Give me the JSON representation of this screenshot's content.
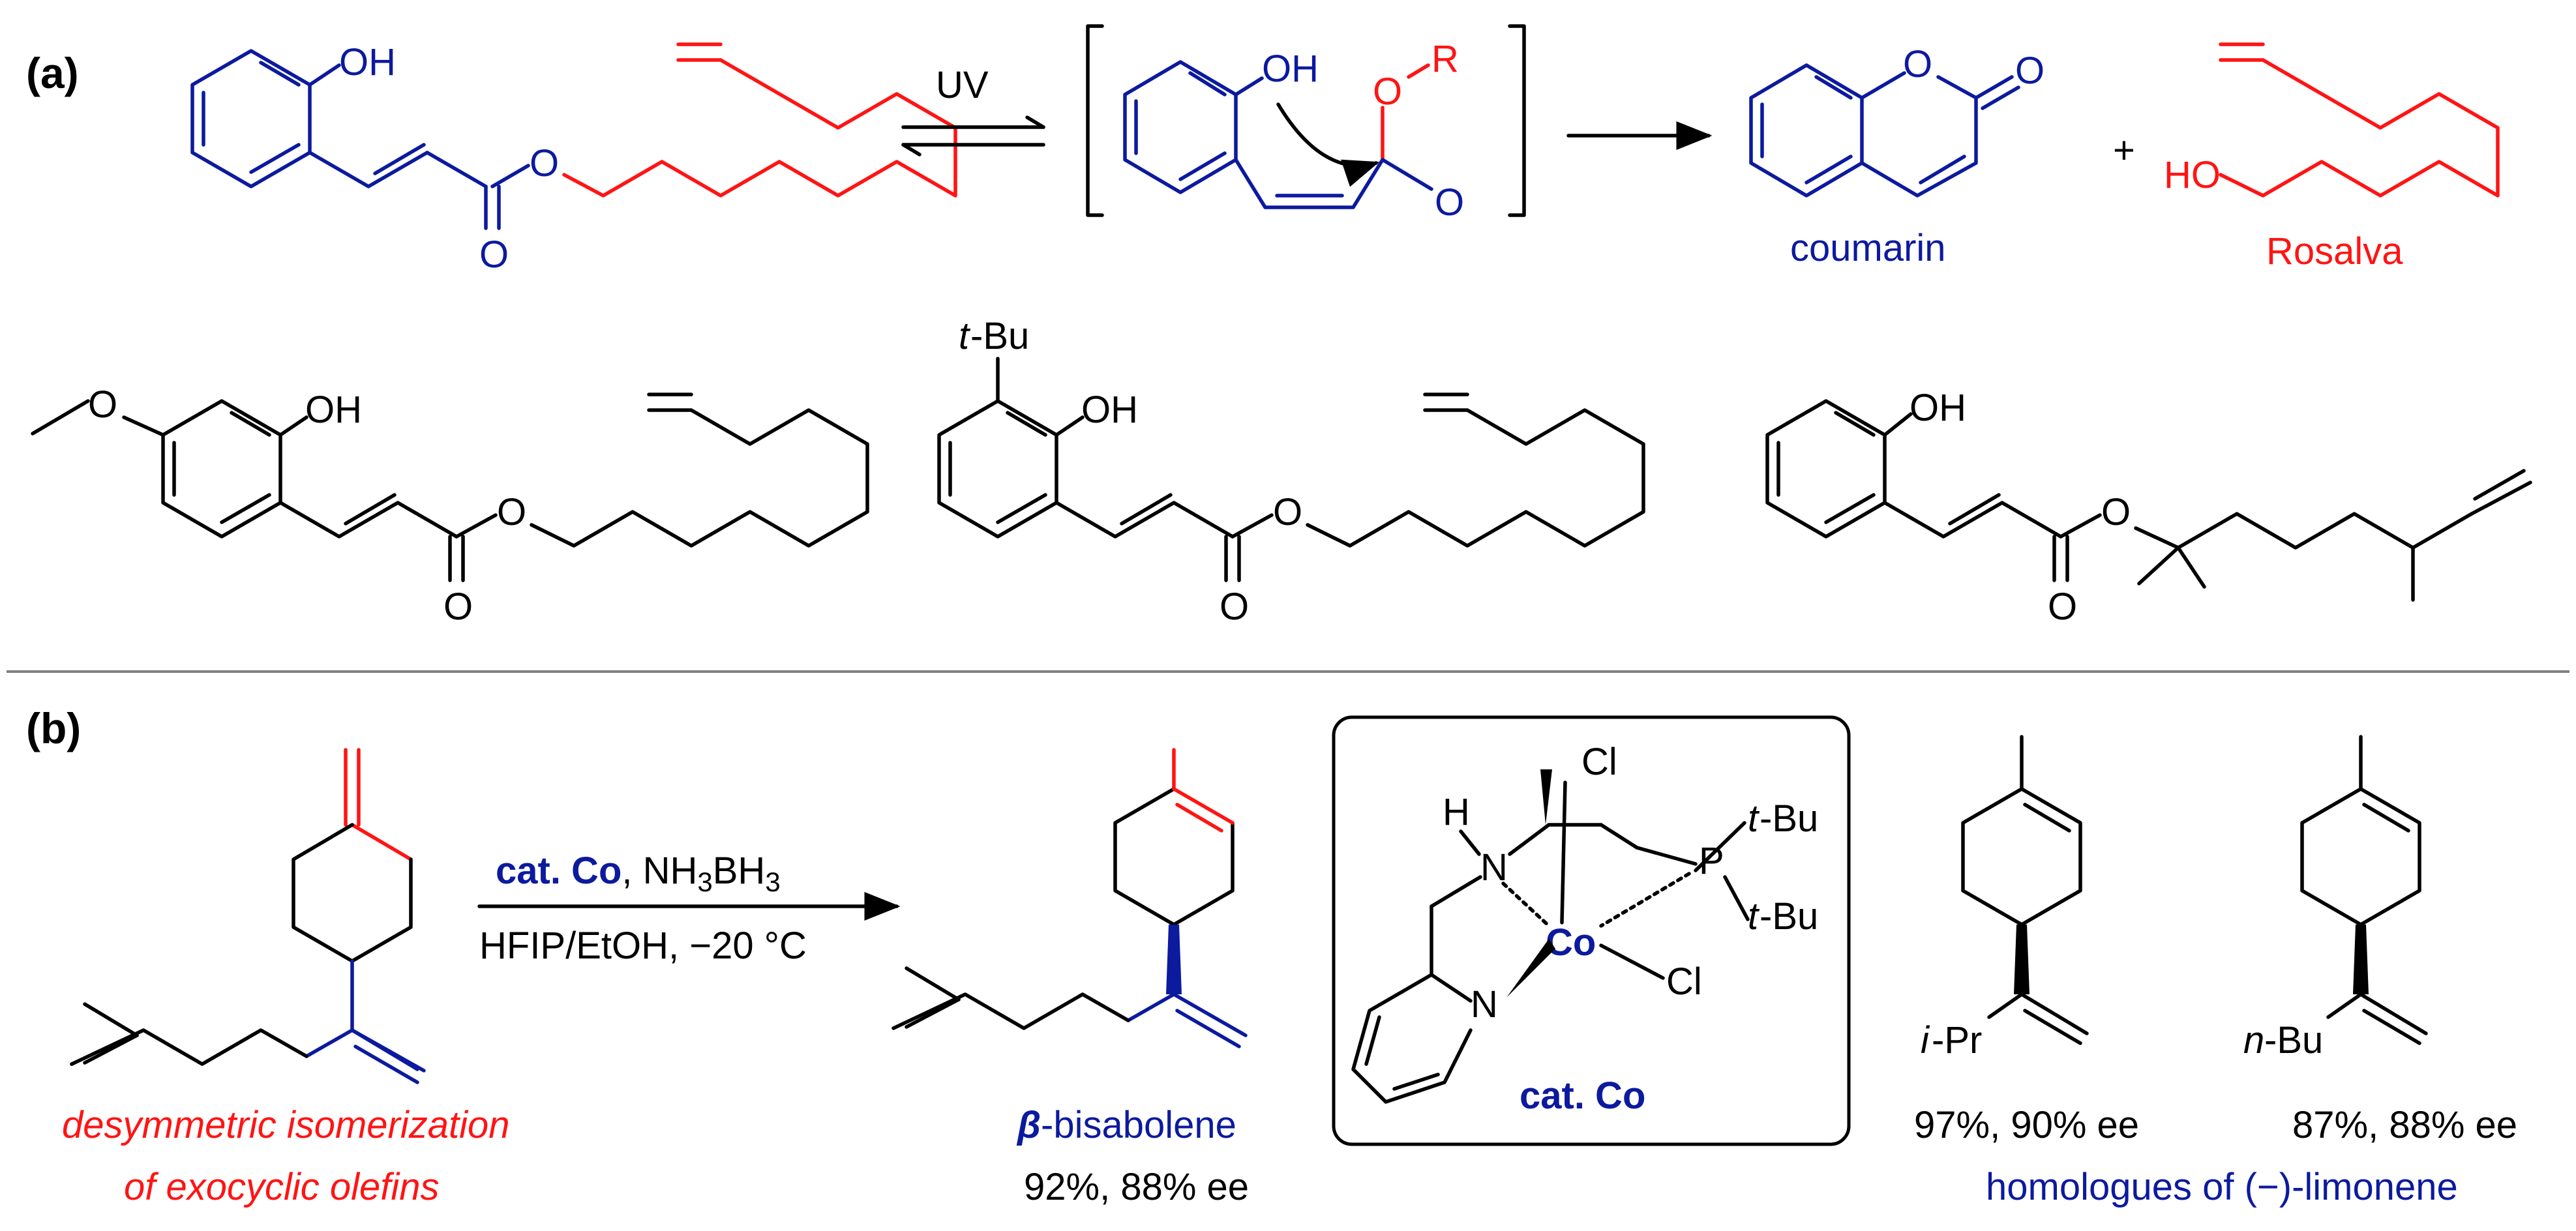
{
  "panels": {
    "a": "(a)",
    "b": "(b)"
  },
  "labels": {
    "oh": "OH",
    "o": "O",
    "r": "R",
    "uv": "UV",
    "plus": "+",
    "ho": "HO",
    "coumarin": "coumarin",
    "rosalva": "Rosalva",
    "tbu_t": "t",
    "tbu_rest": "-Bu",
    "h": "H",
    "n": "N",
    "cl": "Cl",
    "co": "Co",
    "p": "P",
    "nh3bh3_a": "NH",
    "nh3bh3_sub1": "3",
    "nh3bh3_b": "BH",
    "nh3bh3_sub2": "3",
    "cat_co": "cat. Co",
    "reagent_sep": ", ",
    "conditions": "HFIP/EtOH, −20 °C",
    "desym_1": "desymmetric isomerization",
    "desym_2": "of exocyclic olefins",
    "beta": "β",
    "bisabolene": "-bisabolene",
    "bisabolene_yield": "92%, 88% ee",
    "ipr_i": "i",
    "ipr_rest": "-Pr",
    "nbu_n": "n",
    "nbu_rest": "-Bu",
    "ipr_yield": "97%, 90% ee",
    "nbu_yield": "87%, 88% ee",
    "homologues": "homologues of (−)-limonene"
  },
  "colors": {
    "blue": "#0c1a9e",
    "red": "#ff1414",
    "black": "#000000",
    "divider": "#808080"
  }
}
